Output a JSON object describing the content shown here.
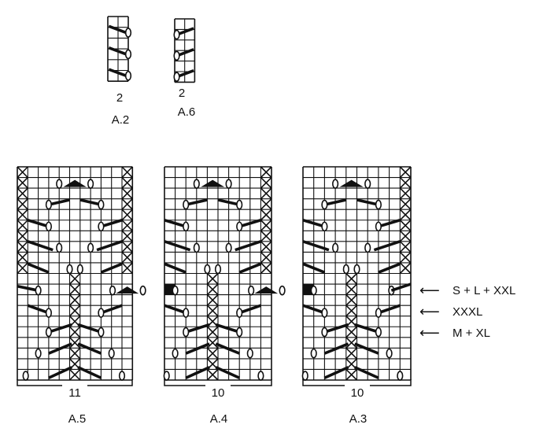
{
  "charts": {
    "a2": {
      "name": "A.2",
      "stitches": "2"
    },
    "a6": {
      "name": "A.6",
      "stitches": "2"
    },
    "a5": {
      "name": "A.5",
      "stitches": "11"
    },
    "a4": {
      "name": "A.4",
      "stitches": "10"
    },
    "a3": {
      "name": "A.3",
      "stitches": "10"
    }
  },
  "size_markers": [
    {
      "label": "S + L + XXL",
      "icon": "left-arrow-icon"
    },
    {
      "label": "XXXL",
      "icon": "left-arrow-icon"
    },
    {
      "label": "M + XL",
      "icon": "left-arrow-icon"
    }
  ]
}
